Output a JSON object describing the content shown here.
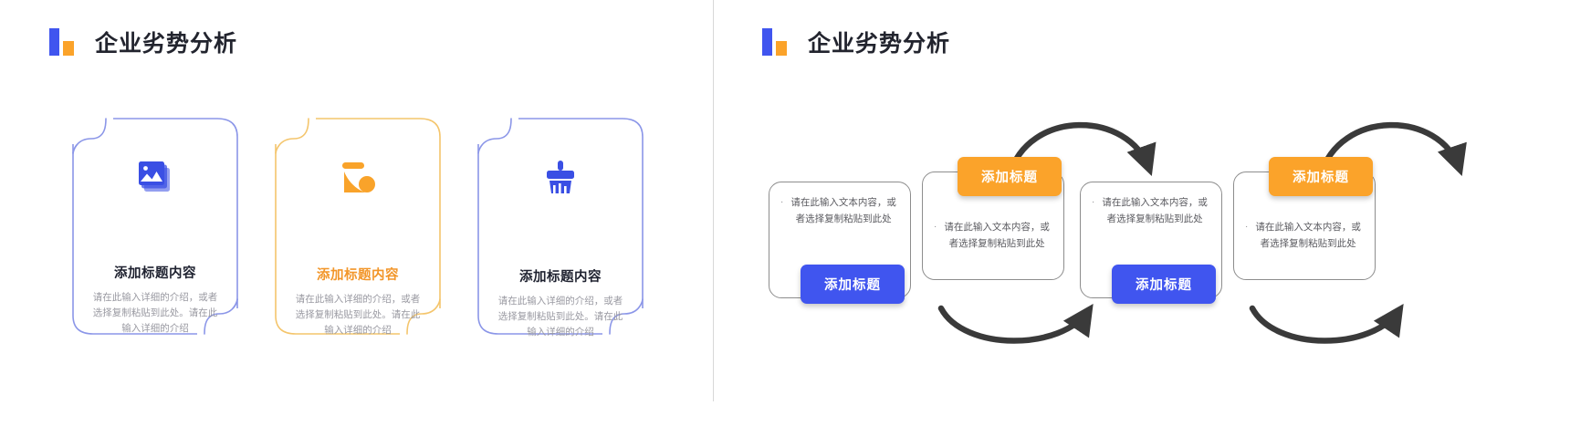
{
  "slides": {
    "left": {
      "title": "企业劣势分析",
      "logo": {
        "blue": "#4055ef",
        "orange": "#fba32a",
        "icon": "bar-chart-logo-icon"
      },
      "cards": [
        {
          "icon": "image-photo-icon",
          "icon_color": "#3a4fe4",
          "heading": "添加标题内容",
          "heading_color": "#1f2230",
          "body": "请在此输入详细的介绍，或者选择复制粘贴到此处。请在此输入详细的介绍",
          "border_color": "#8b96e8"
        },
        {
          "icon": "shape-wedge-circle-icon",
          "icon_color": "#f9a32a",
          "heading": "添加标题内容",
          "heading_color": "#f2962a",
          "body": "请在此输入详细的介绍，或者选择复制粘贴到此处。请在此输入详细的介绍",
          "border_color": "#f4c56c"
        },
        {
          "icon": "paint-brush-icon",
          "icon_color": "#3a4fe4",
          "heading": "添加标题内容",
          "heading_color": "#1f2230",
          "body": "请在此输入详细的介绍，或者选择复制粘贴到此处。请在此输入详细的介绍",
          "border_color": "#8b96e8"
        }
      ]
    },
    "right": {
      "title": "企业劣势分析",
      "logo": {
        "blue": "#4055ef",
        "orange": "#fba32a",
        "icon": "bar-chart-logo-icon"
      },
      "steps": [
        {
          "text": "请在此输入文本内容，或者选择复制粘贴到此处",
          "bullet": "·",
          "pill_label": "添加标题",
          "pill_color": "#4055ef",
          "pill_position": "bottom-left"
        },
        {
          "text": "请在此输入文本内容，或者选择复制粘贴到此处",
          "bullet": "·",
          "pill_label": "添加标题",
          "pill_color": "#fba32a",
          "pill_position": "top-right"
        },
        {
          "text": "请在此输入文本内容，或者选择复制粘贴到此处",
          "bullet": "·",
          "pill_label": "添加标题",
          "pill_color": "#4055ef",
          "pill_position": "bottom-left"
        },
        {
          "text": "请在此输入文本内容，或者选择复制粘贴到此处",
          "bullet": "·",
          "pill_label": "添加标题",
          "pill_color": "#fba32a",
          "pill_position": "top-right"
        }
      ],
      "arrow_color": "#3a3a3a"
    }
  }
}
